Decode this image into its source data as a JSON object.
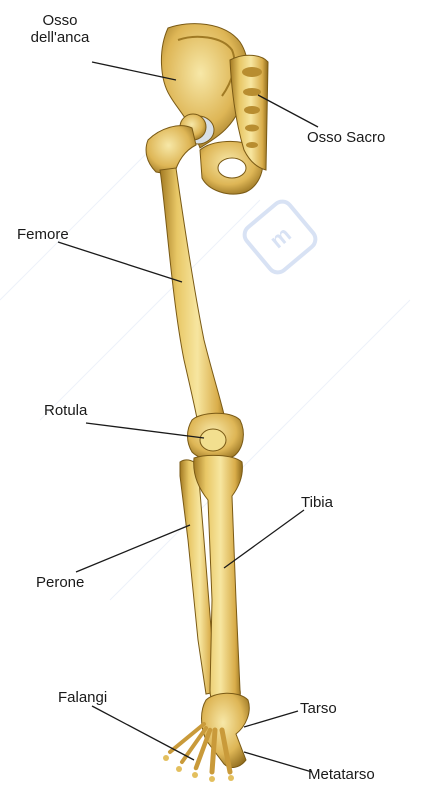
{
  "labels": {
    "osso_anca": "Osso\ndell'anca",
    "osso_sacro": "Osso Sacro",
    "femore": "Femore",
    "rotula": "Rotula",
    "tibia": "Tibia",
    "perone": "Perone",
    "falangi": "Falangi",
    "tarso": "Tarso",
    "metatarso": "Metatarso"
  },
  "colors": {
    "bone_light": "#f3de8a",
    "bone_mid": "#dcb453",
    "bone_dark": "#9a7420",
    "leader_line": "#1a1a1a",
    "watermark": "#c9d6ef"
  }
}
